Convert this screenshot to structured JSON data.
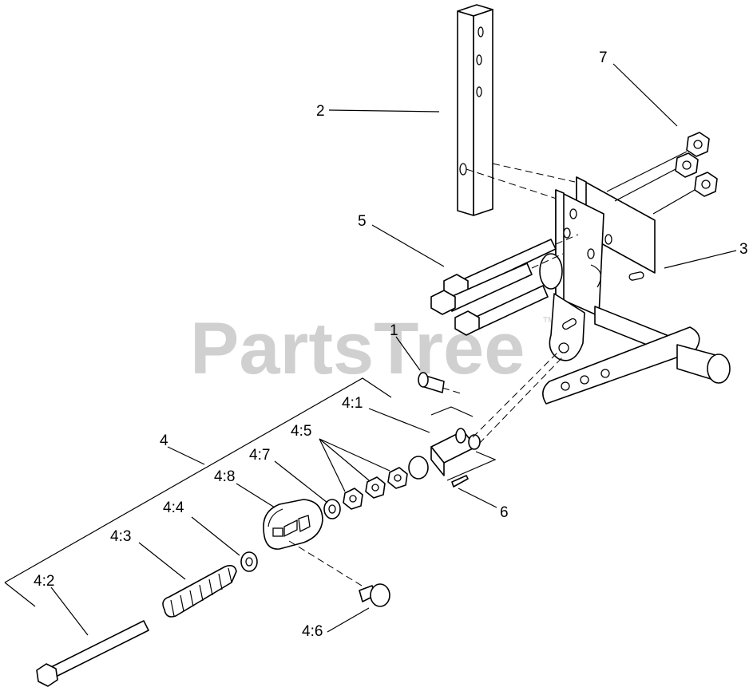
{
  "watermark": {
    "text": "PartsTree",
    "trademark": "TM"
  },
  "callouts": [
    {
      "id": "1",
      "label": "1"
    },
    {
      "id": "2",
      "label": "2"
    },
    {
      "id": "3",
      "label": "3"
    },
    {
      "id": "4",
      "label": "4"
    },
    {
      "id": "5",
      "label": "5"
    },
    {
      "id": "6",
      "label": "6"
    },
    {
      "id": "7",
      "label": "7"
    },
    {
      "id": "4-1",
      "label": "4:1"
    },
    {
      "id": "4-2",
      "label": "4:2"
    },
    {
      "id": "4-3",
      "label": "4:3"
    },
    {
      "id": "4-4",
      "label": "4:4"
    },
    {
      "id": "4-5",
      "label": "4:5"
    },
    {
      "id": "4-6",
      "label": "4:6"
    },
    {
      "id": "4-7",
      "label": "4:7"
    },
    {
      "id": "4-8",
      "label": "4:8"
    }
  ]
}
